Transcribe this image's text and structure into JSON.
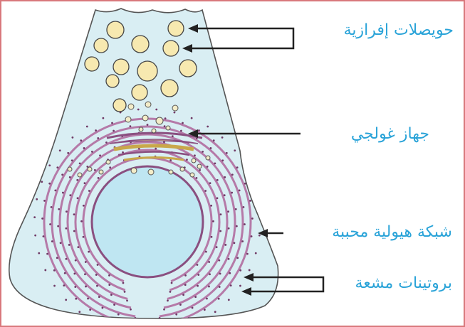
{
  "labels": {
    "secretory_vesicles": "حويصلات إفرازية",
    "golgi_apparatus": "جهاز غولجي",
    "rough_er": "شبكة هيولية محببة",
    "radioactive_proteins": "بروتينات مشعة"
  },
  "colors": {
    "frame": "#d9787c",
    "label_text": "#29a3d8",
    "cytoplasm": "#d9eef3",
    "nucleus": "#bfe6f2",
    "vesicle_fill": "#f7e9b0",
    "er": "#b57aa8",
    "golgi": "#e9d98c",
    "arrow": "#222222"
  }
}
